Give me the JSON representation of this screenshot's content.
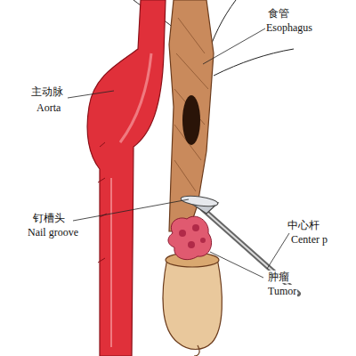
{
  "diagram": {
    "labels": [
      "主动脉",
      "Aorta",
      "食管",
      "Esophagus",
      "钉槽头",
      "Nail groove",
      "中心杆",
      "Center p",
      "肿瘤",
      "Tumor"
    ]
  }
}
